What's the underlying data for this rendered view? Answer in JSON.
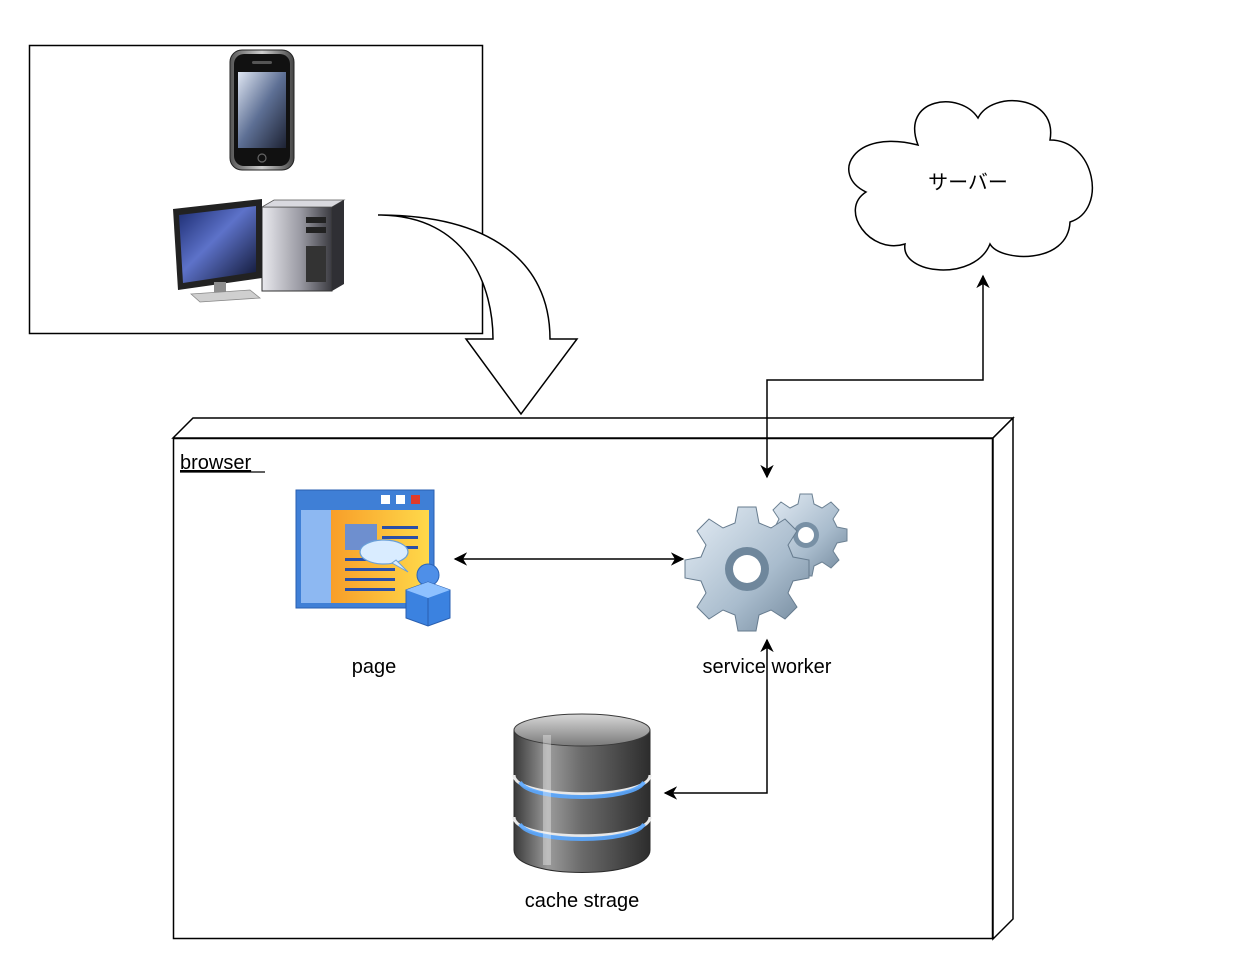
{
  "diagram": {
    "browser_label": "browser",
    "server_label": "サーバー",
    "page_label": "page",
    "service_worker_label": "service worker",
    "cache_label": "cache strage"
  },
  "icons": {
    "device_group": [
      "smartphone-icon",
      "desktop-computer-icon"
    ],
    "page": "web-page-user-icon",
    "service_worker": "gears-icon",
    "cache": "database-icon",
    "server": "cloud-shape"
  },
  "colors": {
    "stroke": "#000000",
    "background": "#ffffff",
    "window_blue": "#3f7fd6",
    "page_orange": "#f7a21b",
    "gear_blue": "#aebfd0",
    "db_gray": "#6e6e6e",
    "db_glow": "#5aa7ff"
  }
}
